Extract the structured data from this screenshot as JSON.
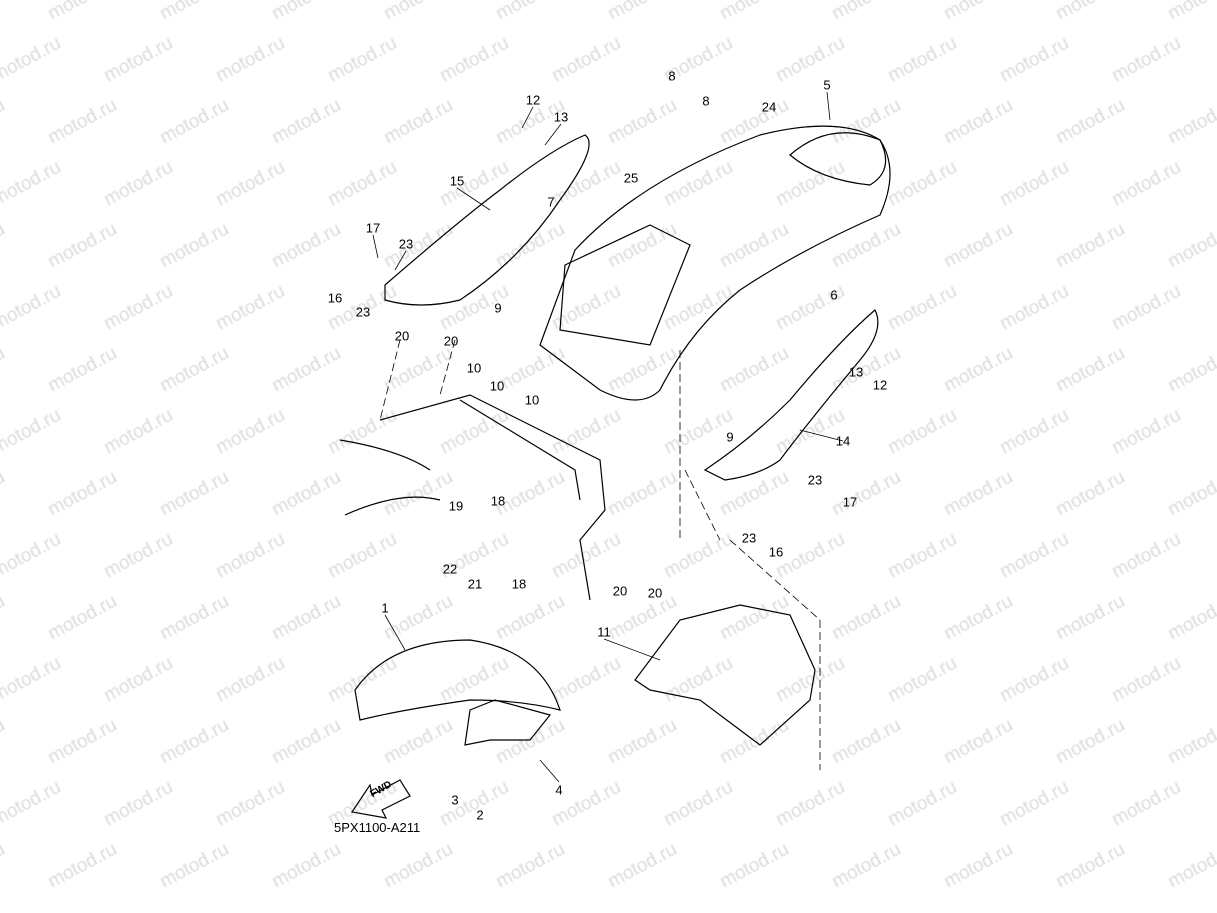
{
  "watermark": "motod.ru",
  "diagram_code": "5PX1100-A211",
  "fwd_label": "FWD",
  "callouts": [
    "12",
    "13",
    "8",
    "8",
    "24",
    "5",
    "15",
    "7",
    "25",
    "17",
    "23",
    "16",
    "23",
    "20",
    "20",
    "9",
    "6",
    "10",
    "10",
    "10",
    "13",
    "12",
    "9",
    "14",
    "19",
    "18",
    "23",
    "17",
    "22",
    "21",
    "18",
    "20",
    "20",
    "23",
    "16",
    "1",
    "11",
    "3",
    "2",
    "4"
  ]
}
